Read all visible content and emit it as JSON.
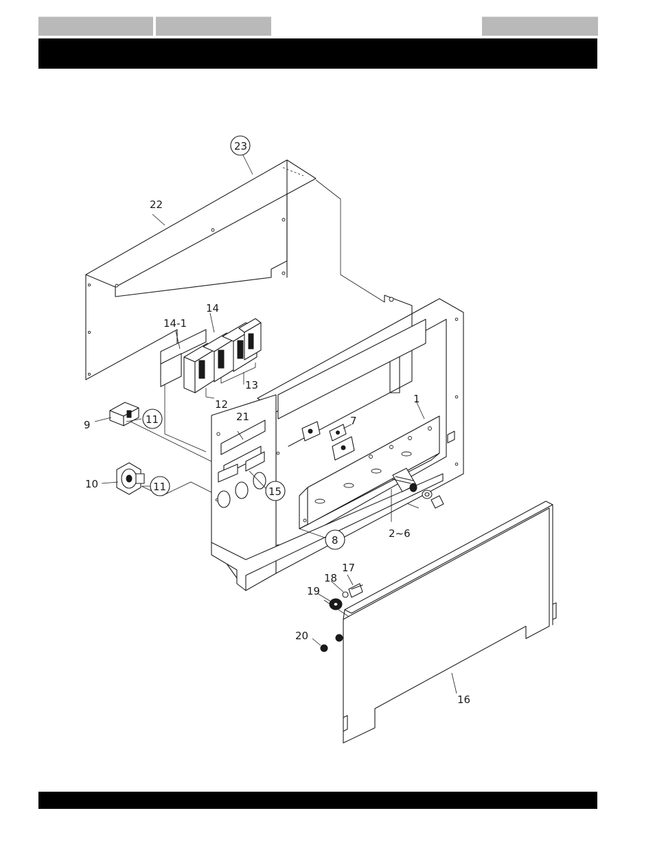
{
  "header": {
    "tabs": [
      "",
      "",
      ""
    ],
    "title": ""
  },
  "footer": {
    "text": ""
  },
  "callouts": {
    "c1": "1",
    "c2_6": "2~6",
    "c7": "7",
    "c8": "8",
    "c9": "9",
    "c10": "10",
    "c11a": "11",
    "c11b": "11",
    "c12": "12",
    "c13": "13",
    "c14": "14",
    "c14_1": "14-1",
    "c15": "15",
    "c16": "16",
    "c17": "17",
    "c18": "18",
    "c19": "19",
    "c20": "20",
    "c21": "21",
    "c22": "22",
    "c23": "23"
  },
  "colors": {
    "bars": "#000000",
    "tabs": "#b9b9b9",
    "lines": "#1a1a1a"
  }
}
